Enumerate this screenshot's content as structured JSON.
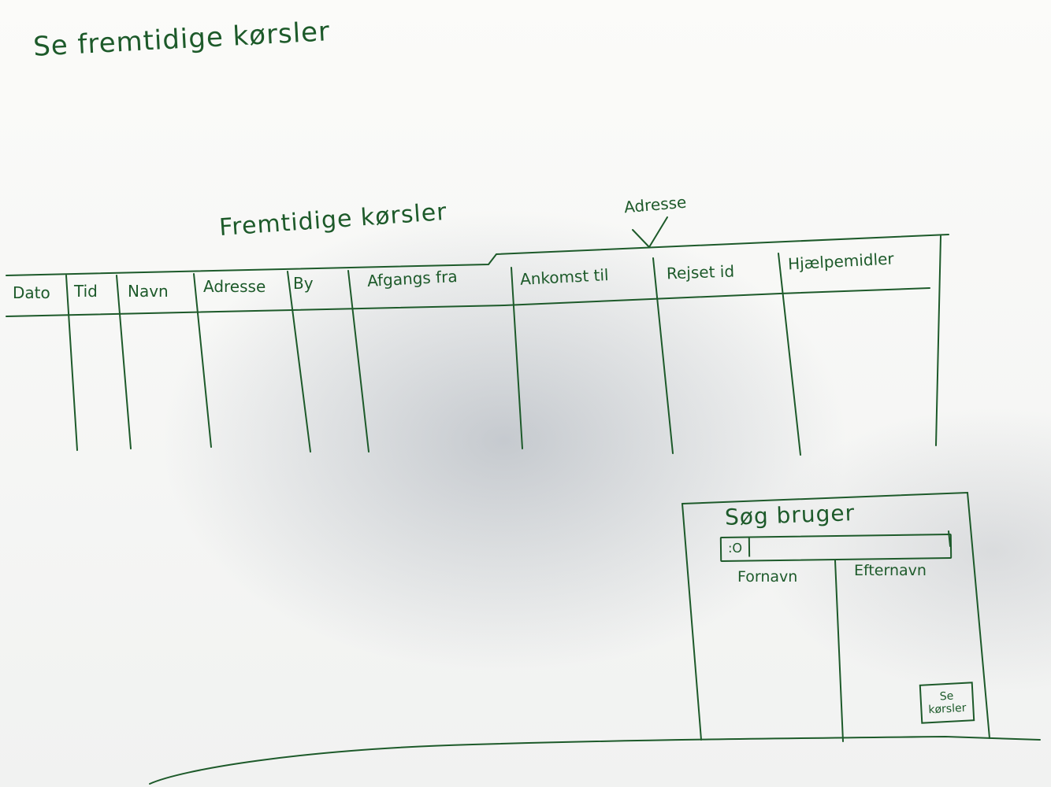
{
  "page": {
    "title": "Se fremtidige kørsler"
  },
  "rides_table": {
    "title": "Fremtidige kørsler",
    "annotation": "Adresse",
    "columns": [
      "Dato",
      "Tid",
      "Navn",
      "Adresse",
      "By",
      "Afgangs fra",
      "Ankomst til",
      "Rejset id",
      "Hjælpemidler"
    ],
    "rows": []
  },
  "user_search": {
    "title": "Søg bruger",
    "search_icon": ":O",
    "input_value": "",
    "columns": [
      "Fornavn",
      "Efternavn"
    ],
    "rows": [],
    "see_rides_button": {
      "line1": "Se",
      "line2": "kørsler"
    }
  },
  "colors": {
    "ink": "#1d5a2a",
    "paper": "#f6f6f3"
  }
}
